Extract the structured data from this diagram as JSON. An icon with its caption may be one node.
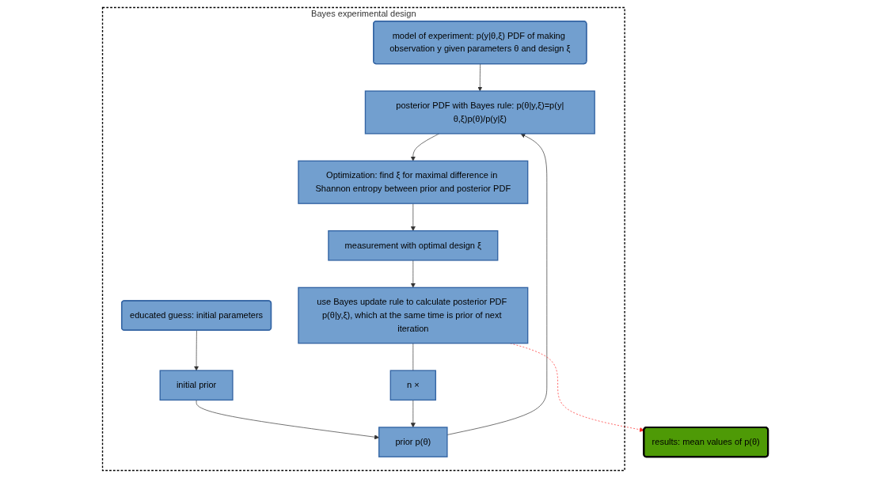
{
  "diagram": {
    "nodes": [
      {
        "text": [
          "Bayes experimental design"
        ]
      },
      {
        "text": [
          "educated guess: initial parameters"
        ],
        "in": 0
      },
      {
        "text": [
          "initial prior"
        ],
        "in": 0
      },
      {
        "text": [
          "prior p(θ)"
        ],
        "in": 0
      },
      {
        "text": [
          "model of experiment: p(y|θ,ξ) PDF of making observation y given parameters θ and design ξ"
        ],
        "in": 0
      },
      {
        "text": [
          "posterior PDF with Bayes rule: p(θ|y,ξ)=p(y|θ,ξ)p(θ)/p(y|ξ)"
        ],
        "in": 0
      },
      {
        "text": [
          "Optimization: find ξ for maximal difference in Shannon entropy between prior and posterior PDF"
        ],
        "in": 0
      },
      {
        "text": [
          "measurement with optimal design ξ"
        ],
        "in": 0
      },
      {
        "text": [
          "use Bayes update rule to calculate posterior PDF p(θ|y,ξ), which at the same time is prior of next iteration"
        ],
        "in": 0
      },
      {
        "text": [
          "n ×"
        ],
        "in": 0
      },
      {
        "text": [
          "results: mean values of p(θ)"
        ]
      }
    ],
    "edges": [
      {
        "from": 1,
        "to": 2,
        "arrow": "to"
      },
      {
        "from": 2,
        "to": 3,
        "arrow": "to"
      },
      {
        "from": 3,
        "to": 5,
        "arrow": "to"
      },
      {
        "from": 4,
        "to": 5,
        "arrow": "to"
      },
      {
        "from": 5,
        "to": 6,
        "arrow": "to"
      },
      {
        "from": 6,
        "to": 7,
        "arrow": "to"
      },
      {
        "from": 7,
        "to": 8,
        "arrow": "to"
      },
      {
        "from": 8,
        "to": 9,
        "arrow": "none"
      },
      {
        "from": 9,
        "to": 3,
        "arrow": "to"
      },
      {
        "from": 8,
        "to": 10,
        "arrow": "to",
        "style": "dashed",
        "color": "#ff2a2a"
      }
    ]
  }
}
